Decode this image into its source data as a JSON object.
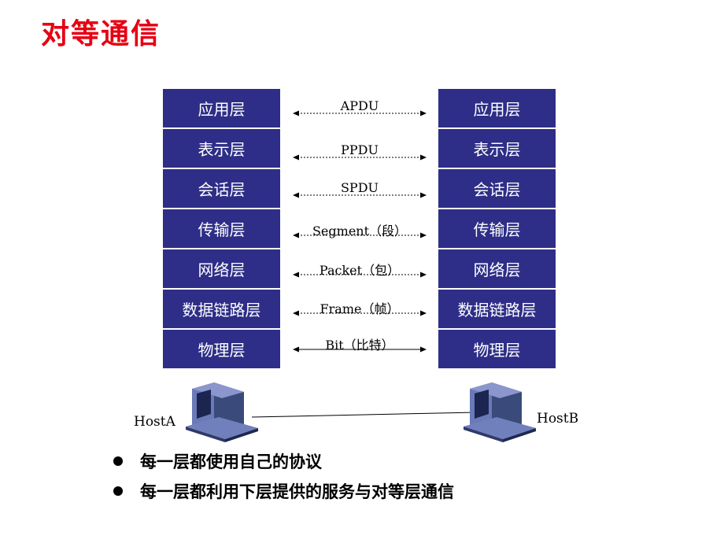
{
  "title": "对等通信",
  "left_stack": [
    "应用层",
    "表示层",
    "会话层",
    "传输层",
    "网络层",
    "数据链路层",
    "物理层"
  ],
  "right_stack": [
    "应用层",
    "表示层",
    "会话层",
    "传输层",
    "网络层",
    "数据链路层",
    "物理层"
  ],
  "pdu_labels": [
    "APDU",
    "PPDU",
    "SPDU",
    "Segment（段）",
    "Packet（包）",
    "Frame（帧）",
    "Bit（比特）"
  ],
  "hosts": {
    "left": "HostA",
    "right": "HostB"
  },
  "bullets": [
    "每一层都使用自己的协议",
    "每一层都利用下层提供的服务与对等层通信"
  ],
  "colors": {
    "title": "#e60012",
    "layer_bg": "#2e2e88",
    "layer_text": "#ffffff"
  }
}
